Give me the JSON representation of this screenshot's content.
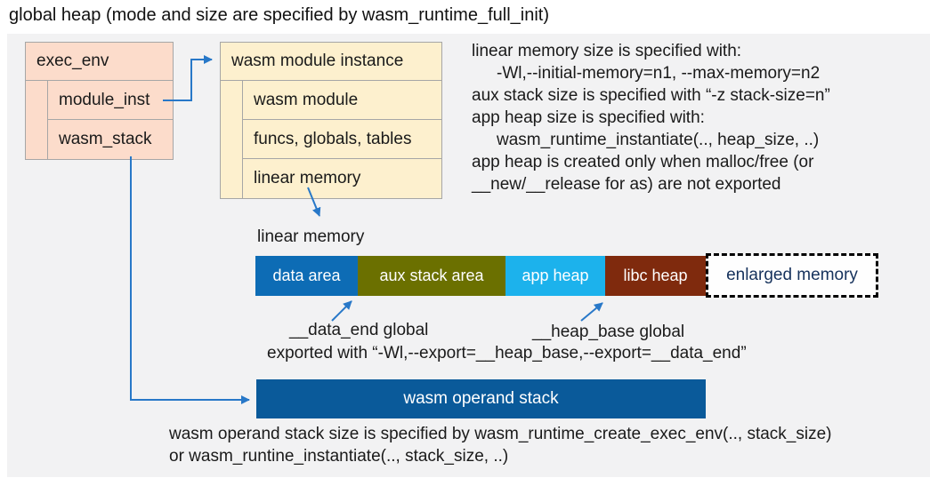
{
  "title": "global heap (mode and size are specified by wasm_runtime_full_init)",
  "exec_env": {
    "header": "exec_env",
    "rows": [
      "module_inst",
      "wasm_stack"
    ]
  },
  "module_instance": {
    "header": "wasm module instance",
    "rows": [
      "wasm module",
      "funcs, globals, tables",
      "linear memory"
    ]
  },
  "notes": {
    "lines": [
      "linear memory size is specified with:",
      "-Wl,--initial-memory=n1, --max-memory=n2",
      "aux stack size is specified with “-z stack-size=n”",
      "app heap size is specified with:",
      "wasm_runtime_instantiate(.., heap_size, ..)",
      "app heap is created only when malloc/free (or",
      "__new/__release for as) are not exported"
    ]
  },
  "linear_memory": {
    "label": "linear memory",
    "segments": [
      {
        "label": "data area",
        "color": "#0d6cb5"
      },
      {
        "label": "aux stack area",
        "color": "#6b7000"
      },
      {
        "label": "app heap",
        "color": "#1cb2ec"
      },
      {
        "label": "libc heap",
        "color": "#7f2a0d"
      }
    ],
    "enlarged": {
      "label": "enlarged memory",
      "text_color": "#16325c"
    }
  },
  "annotations": {
    "data_end_label": "__data_end global",
    "heap_base_label": "__heap_base global",
    "export_line": "exported with “-Wl,--export=__heap_base,--export=__data_end”"
  },
  "operand_stack": {
    "label": "wasm operand stack",
    "color": "#0a5a9a"
  },
  "footer": {
    "lines": [
      "wasm operand stack size is specified by wasm_runtime_create_exec_env(.., stack_size)",
      "or wasm_runtine_instantiate(.., stack_size, ..)"
    ]
  },
  "colors": {
    "panel_bg": "#f2f2f3",
    "exec_env_fill": "#fcdccb",
    "module_inst_fill": "#fdf0ce",
    "box_border": "#a6a6a6",
    "arrow": "#2878c8"
  }
}
